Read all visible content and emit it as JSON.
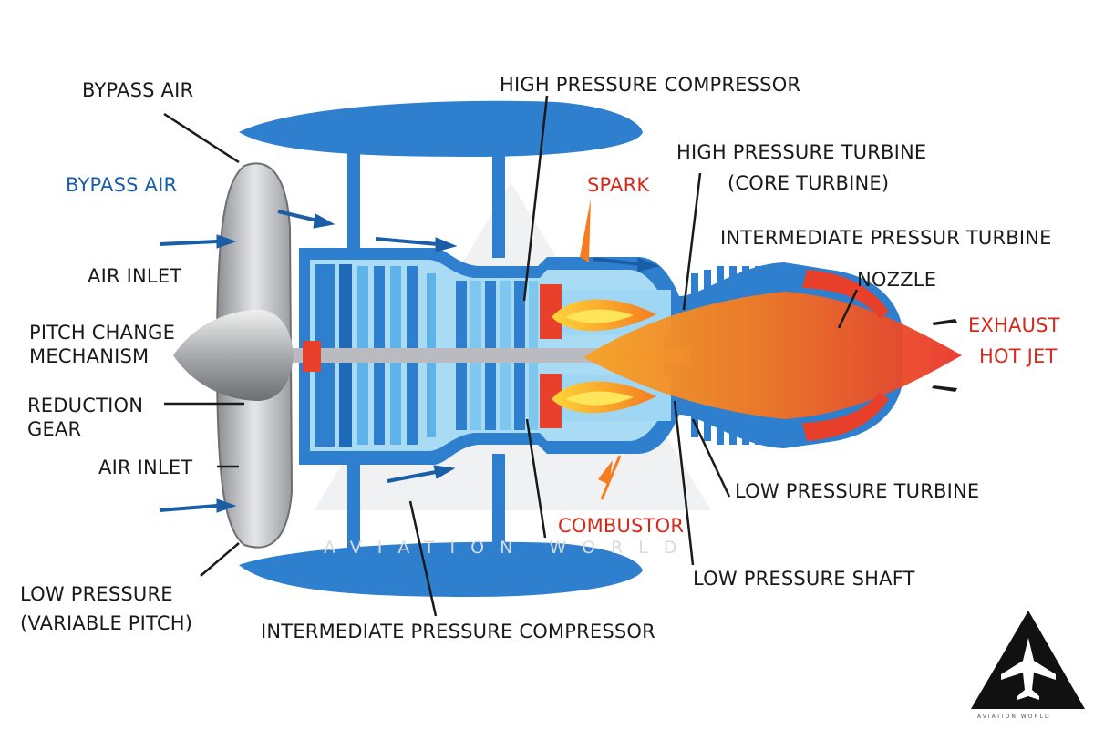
{
  "diagram": {
    "labels": {
      "bypass_air_top": "BYPASS AIR",
      "bypass_air_blue": "BYPASS AIR",
      "air_inlet_top": "AIR INLET",
      "pitch_change_line1": "PITCH CHANGE",
      "pitch_change_line2": "MECHANISM",
      "reduction_gear_line1": "REDUCTION",
      "reduction_gear_line2": "GEAR",
      "air_inlet_bottom": "AIR INLET",
      "low_pressure_line1": "LOW PRESSURE",
      "low_pressure_line2": "(VARIABLE PITCH)",
      "hp_compressor": "HIGH PRESSURE COMPRESSOR",
      "hp_turbine_line1": "HIGH PRESSURE TURBINE",
      "hp_turbine_line2": "(CORE TURBINE)",
      "spark": "SPARK",
      "ip_turbine": "INTERMEDIATE PRESSUR TURBINE",
      "nozzle": "NOZZLE",
      "exhaust_line1": "EXHAUST",
      "exhaust_line2": "HOT JET",
      "lp_turbine": "LOW PRESSURE TURBINE",
      "combustor": "COMBUSTOR",
      "lp_shaft": "LOW PRESSURE SHAFT",
      "ip_compressor": "INTERMEDIATE PRESSURE COMPRESSOR"
    },
    "watermark": "AVIATION WORLD",
    "logo_text": "AVIATION WORLD",
    "colors": {
      "label_text": "#1a1a1a",
      "blue_label": "#1b5ea8",
      "red_label": "#d42a1e",
      "casing_blue": "#2f7fcf",
      "light_blue": "#8fd0f2",
      "arrow_blue": "#1b5ea8",
      "flame_orange": "#f57c1f",
      "turbine_red": "#e8402a"
    }
  }
}
